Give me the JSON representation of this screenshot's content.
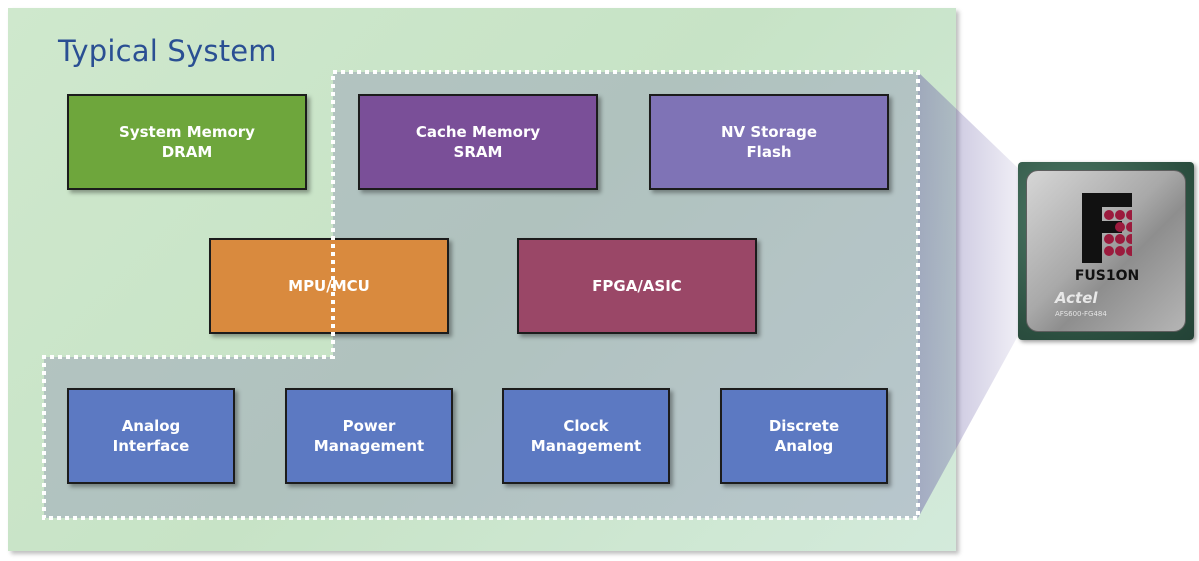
{
  "title": "Typical System",
  "blocks": {
    "system_memory": {
      "line1": "System Memory",
      "line2": "DRAM",
      "color": "#6ea63c"
    },
    "cache_memory": {
      "line1": "Cache Memory",
      "line2": "SRAM",
      "color": "#7a4f98"
    },
    "nv_storage": {
      "line1": "NV Storage",
      "line2": "Flash",
      "color": "#7f73b6"
    },
    "mpu_mcu": {
      "line1": "MPU/MCU",
      "color": "#d98a3e"
    },
    "fpga_asic": {
      "line1": "FPGA/ASIC",
      "color": "#9a4767"
    },
    "analog_interface": {
      "line1": "Analog",
      "line2": "Interface",
      "color": "#5c79c2"
    },
    "power_management": {
      "line1": "Power",
      "line2": "Management",
      "color": "#5c79c2"
    },
    "clock_management": {
      "line1": "Clock",
      "line2": "Management",
      "color": "#5c79c2"
    },
    "discrete_analog": {
      "line1": "Discrete",
      "line2": "Analog",
      "color": "#5c79c2"
    }
  },
  "chip": {
    "brand": "FUS1ON",
    "vendor": "Actel",
    "part_number": "AFS600-FG484",
    "logo_dot_color": "#9b1b3d"
  }
}
